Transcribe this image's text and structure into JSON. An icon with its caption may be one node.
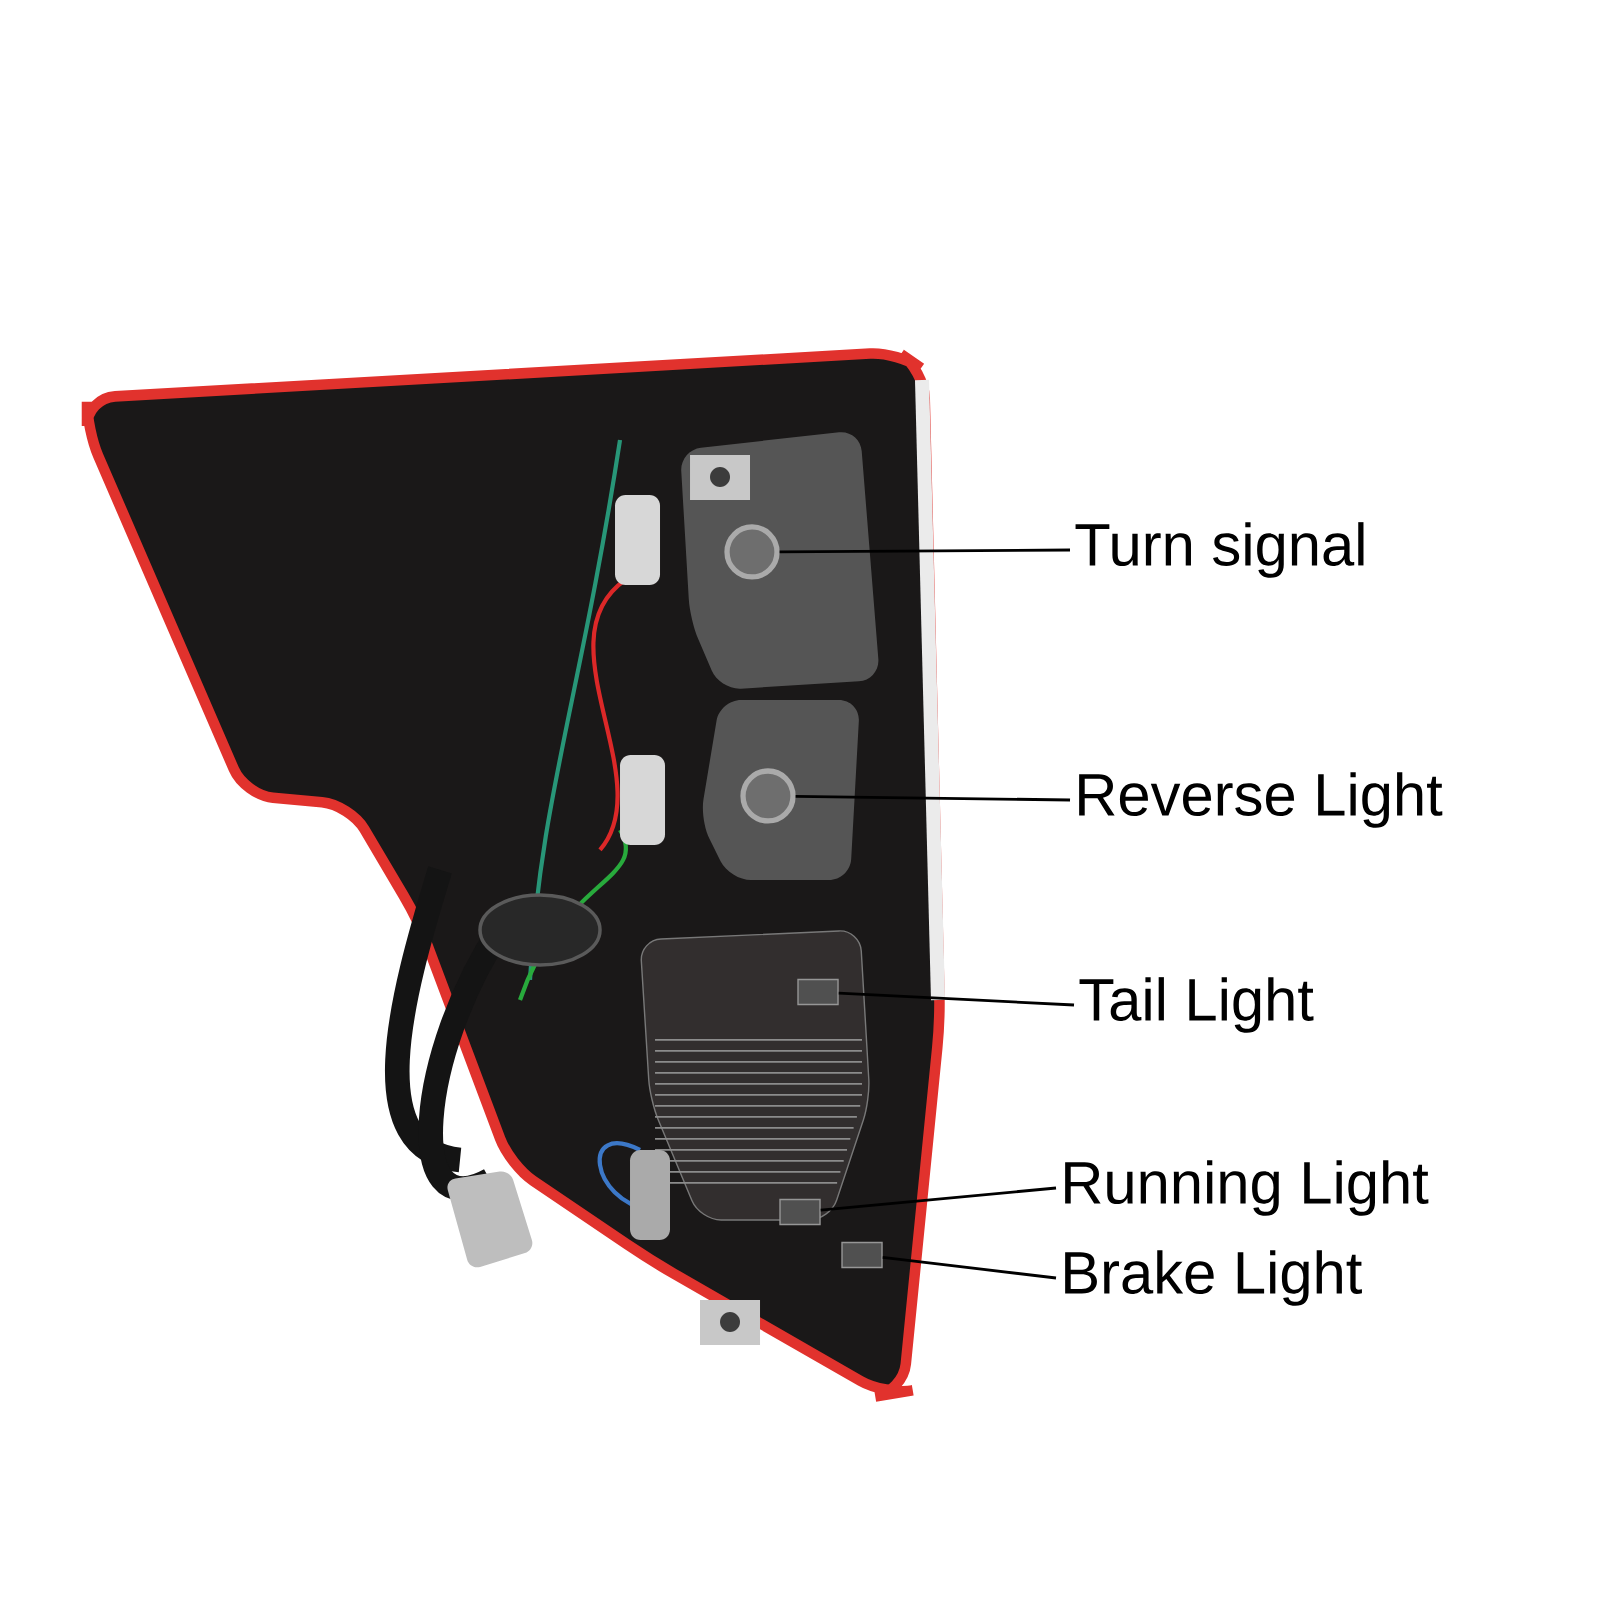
{
  "diagram": {
    "nodes": [
      {
        "text": [
          "Turn signal"
        ]
      },
      {
        "text": [
          "Reverse Light"
        ]
      },
      {
        "text": [
          "Tail Light"
        ]
      },
      {
        "text": [
          "Running Light"
        ]
      },
      {
        "text": [
          "Brake Light"
        ]
      },
      {
        "text": [],
        "shape": "circle"
      },
      {
        "text": [],
        "shape": "circle"
      },
      {
        "text": [],
        "shape": "box"
      },
      {
        "text": [],
        "shape": "box"
      },
      {
        "text": [],
        "shape": "box"
      }
    ],
    "edges": [
      {
        "from": 0,
        "to": 5,
        "arrow": "none"
      },
      {
        "from": 1,
        "to": 6,
        "arrow": "none"
      },
      {
        "from": 2,
        "to": 7,
        "arrow": "none"
      },
      {
        "from": 3,
        "to": 8,
        "arrow": "none"
      },
      {
        "from": 4,
        "to": 9,
        "arrow": "none"
      }
    ]
  }
}
